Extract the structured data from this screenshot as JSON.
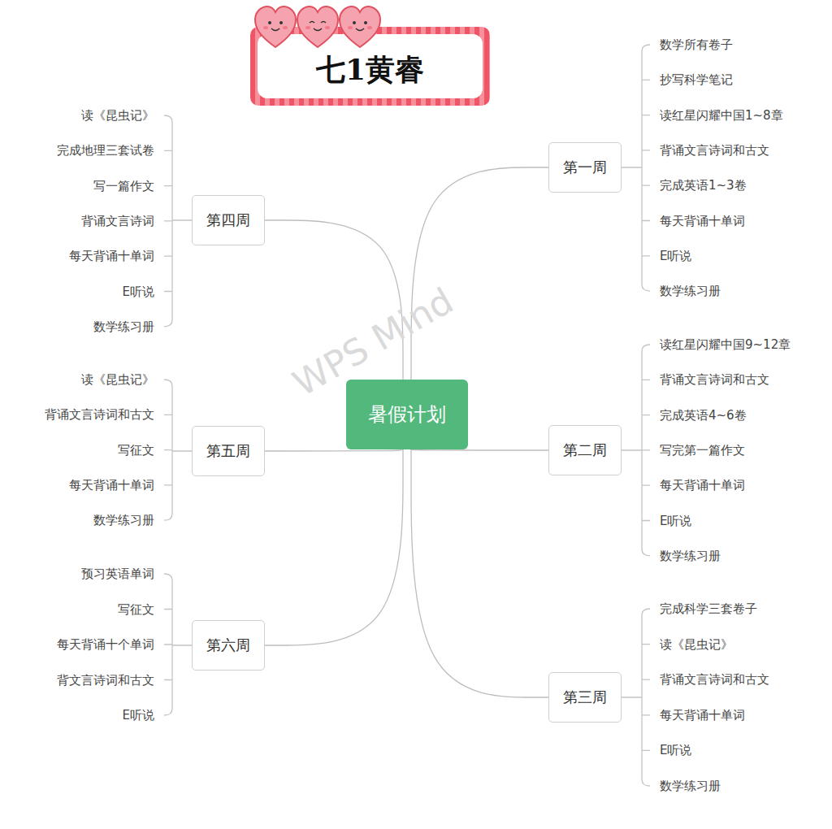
{
  "diagram": {
    "title": "七1黄睿",
    "nodes": [
      {
        "text": [
          "暑假计划"
        ]
      },
      {
        "text": [
          "第一周"
        ]
      },
      {
        "text": [
          "第二周"
        ]
      },
      {
        "text": [
          "第三周"
        ]
      },
      {
        "text": [
          "第四周"
        ]
      },
      {
        "text": [
          "第五周"
        ]
      },
      {
        "text": [
          "第六周"
        ]
      }
    ],
    "edges": [
      {
        "from": 0,
        "to": 1,
        "arrow": "none"
      },
      {
        "from": 0,
        "to": 2,
        "arrow": "none"
      },
      {
        "from": 0,
        "to": 3,
        "arrow": "none"
      },
      {
        "from": 0,
        "to": 4,
        "arrow": "none"
      },
      {
        "from": 0,
        "to": 5,
        "arrow": "none"
      },
      {
        "from": 0,
        "to": 6,
        "arrow": "none"
      }
    ],
    "labels": [
      "数学所有卷子",
      "抄写科学笔记",
      "读红星闪耀中国1~8章",
      "背诵文言诗词和古文",
      "完成英语1~3卷",
      "每天背诵十单词",
      "E听说",
      "数学练习册",
      "读红星闪耀中国9~12章",
      "背诵文言诗词和古文",
      "完成英语4~6卷",
      "写完第一篇作文",
      "每天背诵十单词",
      "E听说",
      "数学练习册",
      "完成科学三套卷子",
      "读《昆虫记》",
      "背诵文言诗词和古文",
      "每天背诵十单词",
      "E听说",
      "数学练习册",
      "读《昆虫记》",
      "完成地理三套试卷",
      "写一篇作文",
      "背诵文言诗词",
      "每天背诵十单词",
      "E听说",
      "数学练习册",
      "读《昆虫记》",
      "背诵文言诗词和古文",
      "写征文",
      "每天背诵十单词",
      "数学练习册",
      "预习英语单词",
      "写征文",
      "每天背诵十个单词",
      "背文言诗词和古文",
      "E听说",
      "WPS Mind"
    ]
  }
}
